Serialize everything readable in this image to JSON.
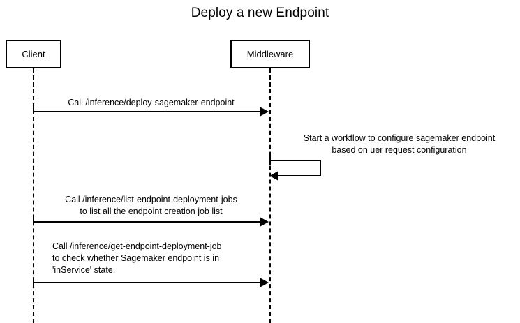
{
  "diagram": {
    "title": "Deploy a new Endpoint",
    "type": "sequence-diagram",
    "background_color": "#ffffff",
    "line_color": "#000000",
    "participants": [
      {
        "id": "client",
        "label": "Client"
      },
      {
        "id": "middleware",
        "label": "Middleware"
      }
    ],
    "messages": [
      {
        "id": "msg1",
        "from": "client",
        "to": "middleware",
        "kind": "call",
        "label": "Call /inference/deploy-sagemaker-endpoint"
      },
      {
        "id": "msg-self",
        "from": "middleware",
        "to": "middleware",
        "kind": "self",
        "label": "Start a workflow to configure sagemaker endpoint\nbased on uer request configuration"
      },
      {
        "id": "msg2",
        "from": "client",
        "to": "middleware",
        "kind": "call",
        "label": "Call /inference/list-endpoint-deployment-jobs\nto list all the endpoint creation job list"
      },
      {
        "id": "msg3",
        "from": "client",
        "to": "middleware",
        "kind": "call",
        "label": "Call /inference/get-endpoint-deployment-job\nto check whether Sagemaker endpoint is in\n'inService' state."
      }
    ]
  }
}
